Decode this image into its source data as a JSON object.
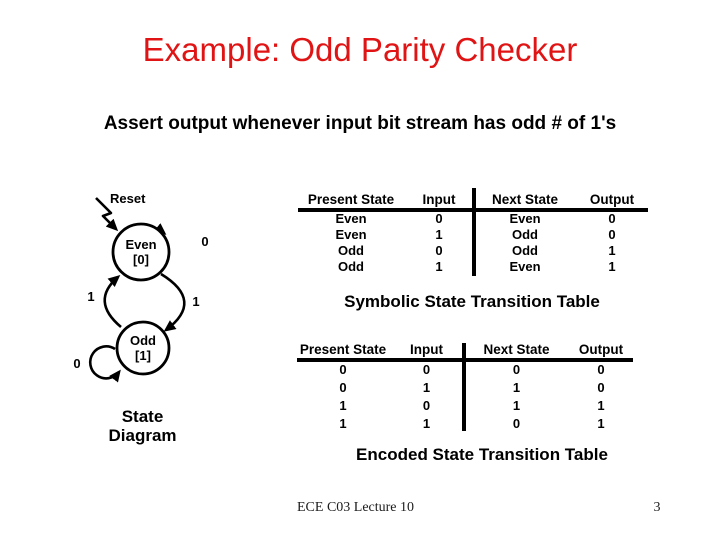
{
  "slide": {
    "title": "Example: Odd Parity Checker",
    "title_color": "#e01414",
    "subtitle": "Assert output whenever input bit stream has odd # of 1's",
    "footer_left": "ECE C03 Lecture 10",
    "page_number": "3"
  },
  "diagram": {
    "reset_label": "Reset",
    "caption_line1": "State",
    "caption_line2": "Diagram",
    "states": [
      {
        "name": "Even",
        "encoding": "[0]",
        "self_loop_input": "0"
      },
      {
        "name": "Odd",
        "encoding": "[1]",
        "self_loop_input": "0"
      }
    ],
    "transitions": [
      {
        "from": "Even",
        "to": "Odd",
        "label": "1"
      },
      {
        "from": "Odd",
        "to": "Even",
        "label": "1"
      }
    ]
  },
  "symbolic_table": {
    "caption": "Symbolic State Transition Table",
    "headers": [
      "Present State",
      "Input",
      "Next State",
      "Output"
    ],
    "rows": [
      [
        "Even",
        "0",
        "Even",
        "0"
      ],
      [
        "Even",
        "1",
        "Odd",
        "0"
      ],
      [
        "Odd",
        "0",
        "Odd",
        "1"
      ],
      [
        "Odd",
        "1",
        "Even",
        "1"
      ]
    ]
  },
  "encoded_table": {
    "caption": "Encoded State Transition Table",
    "headers": [
      "Present State",
      "Input",
      "Next State",
      "Output"
    ],
    "rows": [
      [
        "0",
        "0",
        "0",
        "0"
      ],
      [
        "0",
        "1",
        "1",
        "0"
      ],
      [
        "1",
        "0",
        "1",
        "1"
      ],
      [
        "1",
        "1",
        "0",
        "1"
      ]
    ]
  }
}
